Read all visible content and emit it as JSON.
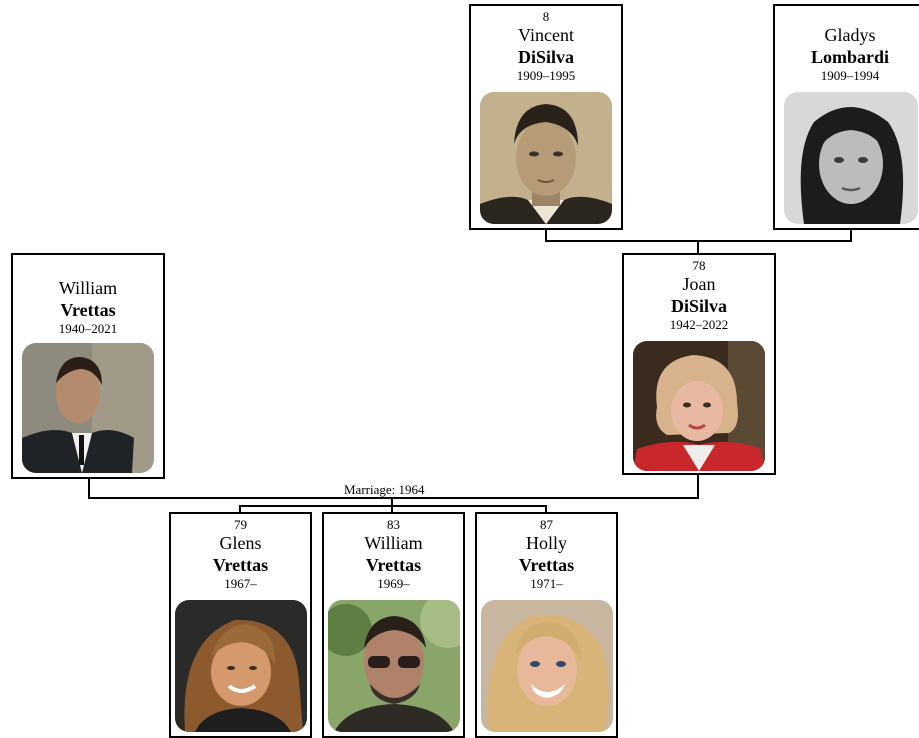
{
  "tree": {
    "people": {
      "vincent": {
        "number": "8",
        "first": "Vincent",
        "last": "DiSilva",
        "dates": "1909–1995",
        "photo": "portrait-photo"
      },
      "gladys": {
        "number": "",
        "first": "Gladys",
        "last": "Lombardi",
        "dates": "1909–1994",
        "photo": "portrait-photo"
      },
      "william_sr": {
        "number": "",
        "first": "William",
        "last": "Vrettas",
        "dates": "1940–2021",
        "photo": "portrait-photo"
      },
      "joan": {
        "number": "78",
        "first": "Joan",
        "last": "DiSilva",
        "dates": "1942–2022",
        "photo": "portrait-photo"
      },
      "glens": {
        "number": "79",
        "first": "Glens",
        "last": "Vrettas",
        "dates": "1967–",
        "photo": "portrait-photo"
      },
      "william_jr": {
        "number": "83",
        "first": "William",
        "last": "Vrettas",
        "dates": "1969–",
        "photo": "portrait-photo"
      },
      "holly": {
        "number": "87",
        "first": "Holly",
        "last": "Vrettas",
        "dates": "1971–",
        "photo": "portrait-photo"
      }
    },
    "marriage_label": "Marriage: 1964"
  }
}
